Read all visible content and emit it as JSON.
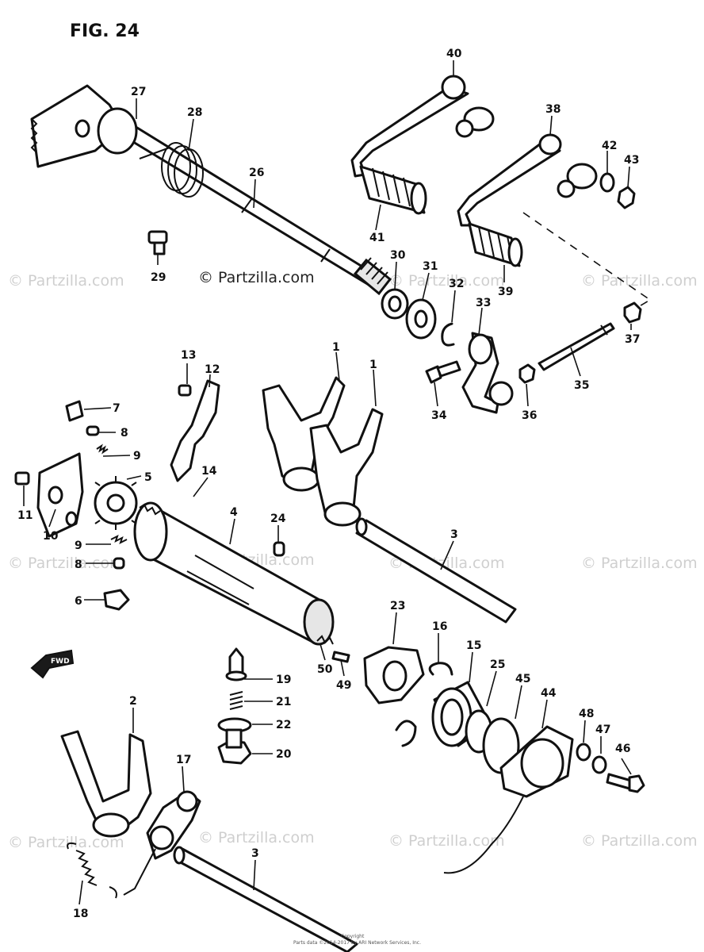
{
  "figure": {
    "title": "FIG. 24"
  },
  "watermarks": {
    "text": "© Partzilla.com"
  },
  "footer": {
    "line1": "Copyright",
    "line2": "Parts data ©2014-2017 by ARI Network Services, Inc."
  },
  "callouts": {
    "c1a": "1",
    "c1b": "1",
    "c2": "2",
    "c3a": "3",
    "c3b": "3",
    "c4": "4",
    "c5": "5",
    "c6": "6",
    "c7": "7",
    "c8a": "8",
    "c8b": "8",
    "c9a": "9",
    "c9b": "9",
    "c10": "10",
    "c11": "11",
    "c12": "12",
    "c13": "13",
    "c14": "14",
    "c15": "15",
    "c16": "16",
    "c17": "17",
    "c18": "18",
    "c19": "19",
    "c20": "20",
    "c21": "21",
    "c22": "22",
    "c23": "23",
    "c24": "24",
    "c25": "25",
    "c26": "26",
    "c27": "27",
    "c28": "28",
    "c29": "29",
    "c30": "30",
    "c31": "31",
    "c32": "32",
    "c33": "33",
    "c34": "34",
    "c35": "35",
    "c36": "36",
    "c37": "37",
    "c38": "38",
    "c39": "39",
    "c40": "40",
    "c41": "41",
    "c42": "42",
    "c43": "43",
    "c44": "44",
    "c45": "45",
    "c46": "46",
    "c47": "47",
    "c48": "48",
    "c49": "49",
    "c50": "50"
  },
  "fwd_arrow": {
    "label": "FWD"
  }
}
